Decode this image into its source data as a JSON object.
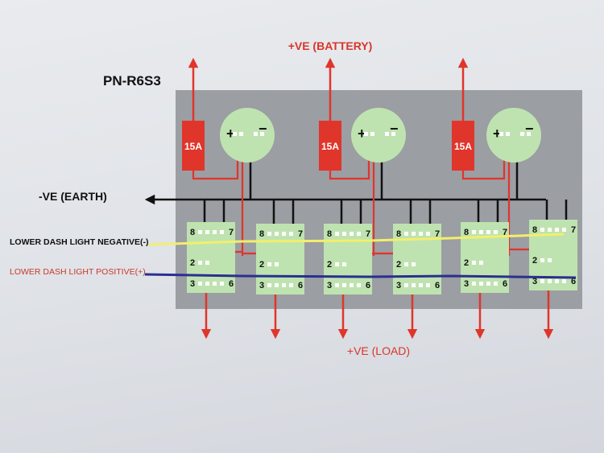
{
  "title": "PN-R6S3",
  "labels": {
    "battery": "+VE (BATTERY)",
    "earth": "-VE (EARTH)",
    "load": "+VE (LOAD)",
    "neg_light": "LOWER DASH LIGHT NEGATIVE(-)",
    "pos_light": "LOWER DASH LIGHT POSITIVE(+)"
  },
  "breakers": [
    {
      "rating": "15A",
      "plus": "+",
      "minus": "−"
    },
    {
      "rating": "15A",
      "plus": "+",
      "minus": "−"
    },
    {
      "rating": "15A",
      "plus": "+",
      "minus": "−"
    }
  ],
  "switches": [
    {
      "pins": [
        "8",
        "7",
        "2",
        "3",
        "6"
      ]
    },
    {
      "pins": [
        "8",
        "7",
        "2",
        "3",
        "6"
      ]
    },
    {
      "pins": [
        "8",
        "7",
        "2",
        "3",
        "6"
      ]
    },
    {
      "pins": [
        "8",
        "7",
        "2",
        "3",
        "6"
      ]
    },
    {
      "pins": [
        "8",
        "7",
        "2",
        "3",
        "6"
      ]
    },
    {
      "pins": [
        "8",
        "7",
        "2",
        "3",
        "6"
      ]
    }
  ],
  "colors": {
    "panel": "#9b9ea3",
    "breaker_circle": "#bfe3b0",
    "switch_block": "#bfe3b0",
    "fuse": "#e0352b",
    "positive_wire": "#e0352b",
    "earth_wire": "#111111",
    "neg_light_wire": "#f2ef6a",
    "pos_light_wire": "#2a2f8f",
    "title_text": "#111111",
    "neg_light_text": "#111111",
    "pos_light_text": "#c83a2c"
  }
}
